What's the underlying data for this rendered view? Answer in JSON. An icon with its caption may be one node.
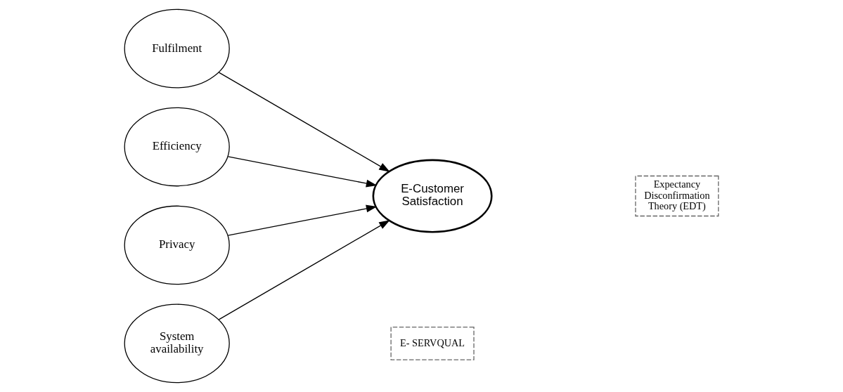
{
  "diagram": {
    "nodes": [
      {
        "text": [
          "Fulfilment"
        ]
      },
      {
        "text": [
          "Efficiency"
        ]
      },
      {
        "text": [
          "Privacy"
        ]
      },
      {
        "text": [
          "System availability"
        ]
      },
      {
        "text": [
          "E-Customer Satisfaction"
        ]
      },
      {
        "text": [
          "Expectancy Disconfirmation Theory (EDT)"
        ]
      },
      {
        "text": [
          "E- SERVQUAL"
        ]
      }
    ],
    "edges": [
      {
        "from": 0,
        "to": 4,
        "arrow": "to"
      },
      {
        "from": 1,
        "to": 4,
        "arrow": "to"
      },
      {
        "from": 2,
        "to": 4,
        "arrow": "to"
      },
      {
        "from": 3,
        "to": 4,
        "arrow": "to"
      }
    ]
  }
}
